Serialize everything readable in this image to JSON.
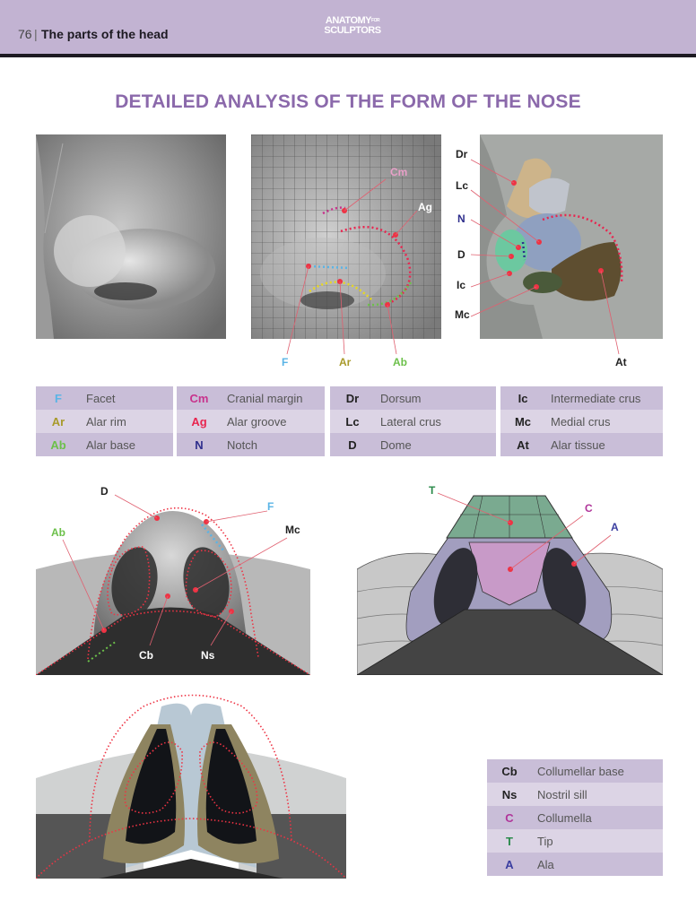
{
  "header": {
    "page_number": "76",
    "separator": "|",
    "section": "The parts of the head",
    "logo_line1": "ANATOMY",
    "logo_for": "FOR",
    "logo_line2": "SCULPTORS"
  },
  "title": "DETAILED ANALYSIS OF THE FORM OF THE NOSE",
  "colors": {
    "header_bg": "#c2b3d2",
    "title": "#8b69ab",
    "dot_red": "#ee3344",
    "facet": "#5ab4e6",
    "alar_rim": "#a89a2a",
    "alar_base": "#6cc04a",
    "cranial_margin": "#c8328c",
    "alar_groove": "#e8254f",
    "notch": "#2e2e8c",
    "columella": "#b0359a",
    "tip": "#2a8a4a",
    "ala": "#3a3ea0"
  },
  "figure1": {
    "labels": {
      "F": "F",
      "Ar": "Ar",
      "Ab": "Ab",
      "Cm": "Cm",
      "Ag": "Ag"
    }
  },
  "figure2": {
    "labels": {
      "Dr": "Dr",
      "Lc": "Lc",
      "N": "N",
      "D": "D",
      "Ic": "Ic",
      "Mc": "Mc",
      "At": "At"
    }
  },
  "figure3": {
    "labels": {
      "D": "D",
      "F": "F",
      "Ab": "Ab",
      "Mc": "Mc",
      "Cb": "Cb",
      "Ns": "Ns"
    }
  },
  "figure4": {
    "labels": {
      "T": "T",
      "C": "C",
      "A": "A"
    }
  },
  "legend_top": [
    {
      "rows": [
        {
          "abbr": "F",
          "term": "Facet",
          "color": "#5ab4e6"
        },
        {
          "abbr": "Ar",
          "term": "Alar rim",
          "color": "#a89a2a"
        },
        {
          "abbr": "Ab",
          "term": "Alar base",
          "color": "#6cc04a"
        }
      ]
    },
    {
      "rows": [
        {
          "abbr": "Cm",
          "term": "Cranial margin",
          "color": "#c8328c"
        },
        {
          "abbr": "Ag",
          "term": "Alar groove",
          "color": "#e8254f"
        },
        {
          "abbr": "N",
          "term": "Notch",
          "color": "#2e2e8c"
        }
      ]
    },
    {
      "rows": [
        {
          "abbr": "Dr",
          "term": "Dorsum",
          "color": "#222222"
        },
        {
          "abbr": "Lc",
          "term": "Lateral crus",
          "color": "#222222"
        },
        {
          "abbr": "D",
          "term": "Dome",
          "color": "#222222"
        }
      ]
    },
    {
      "rows": [
        {
          "abbr": "Ic",
          "term": "Intermediate crus",
          "color": "#222222"
        },
        {
          "abbr": "Mc",
          "term": "Medial crus",
          "color": "#222222"
        },
        {
          "abbr": "At",
          "term": "Alar tissue",
          "color": "#222222"
        }
      ]
    }
  ],
  "legend_bottom": {
    "rows": [
      {
        "abbr": "Cb",
        "term": "Collumellar base",
        "color": "#222222"
      },
      {
        "abbr": "Ns",
        "term": "Nostril sill",
        "color": "#222222"
      },
      {
        "abbr": "C",
        "term": "Collumella",
        "color": "#b0359a"
      },
      {
        "abbr": "T",
        "term": "Tip",
        "color": "#2a8a4a"
      },
      {
        "abbr": "A",
        "term": "Ala",
        "color": "#3a3ea0"
      }
    ]
  }
}
